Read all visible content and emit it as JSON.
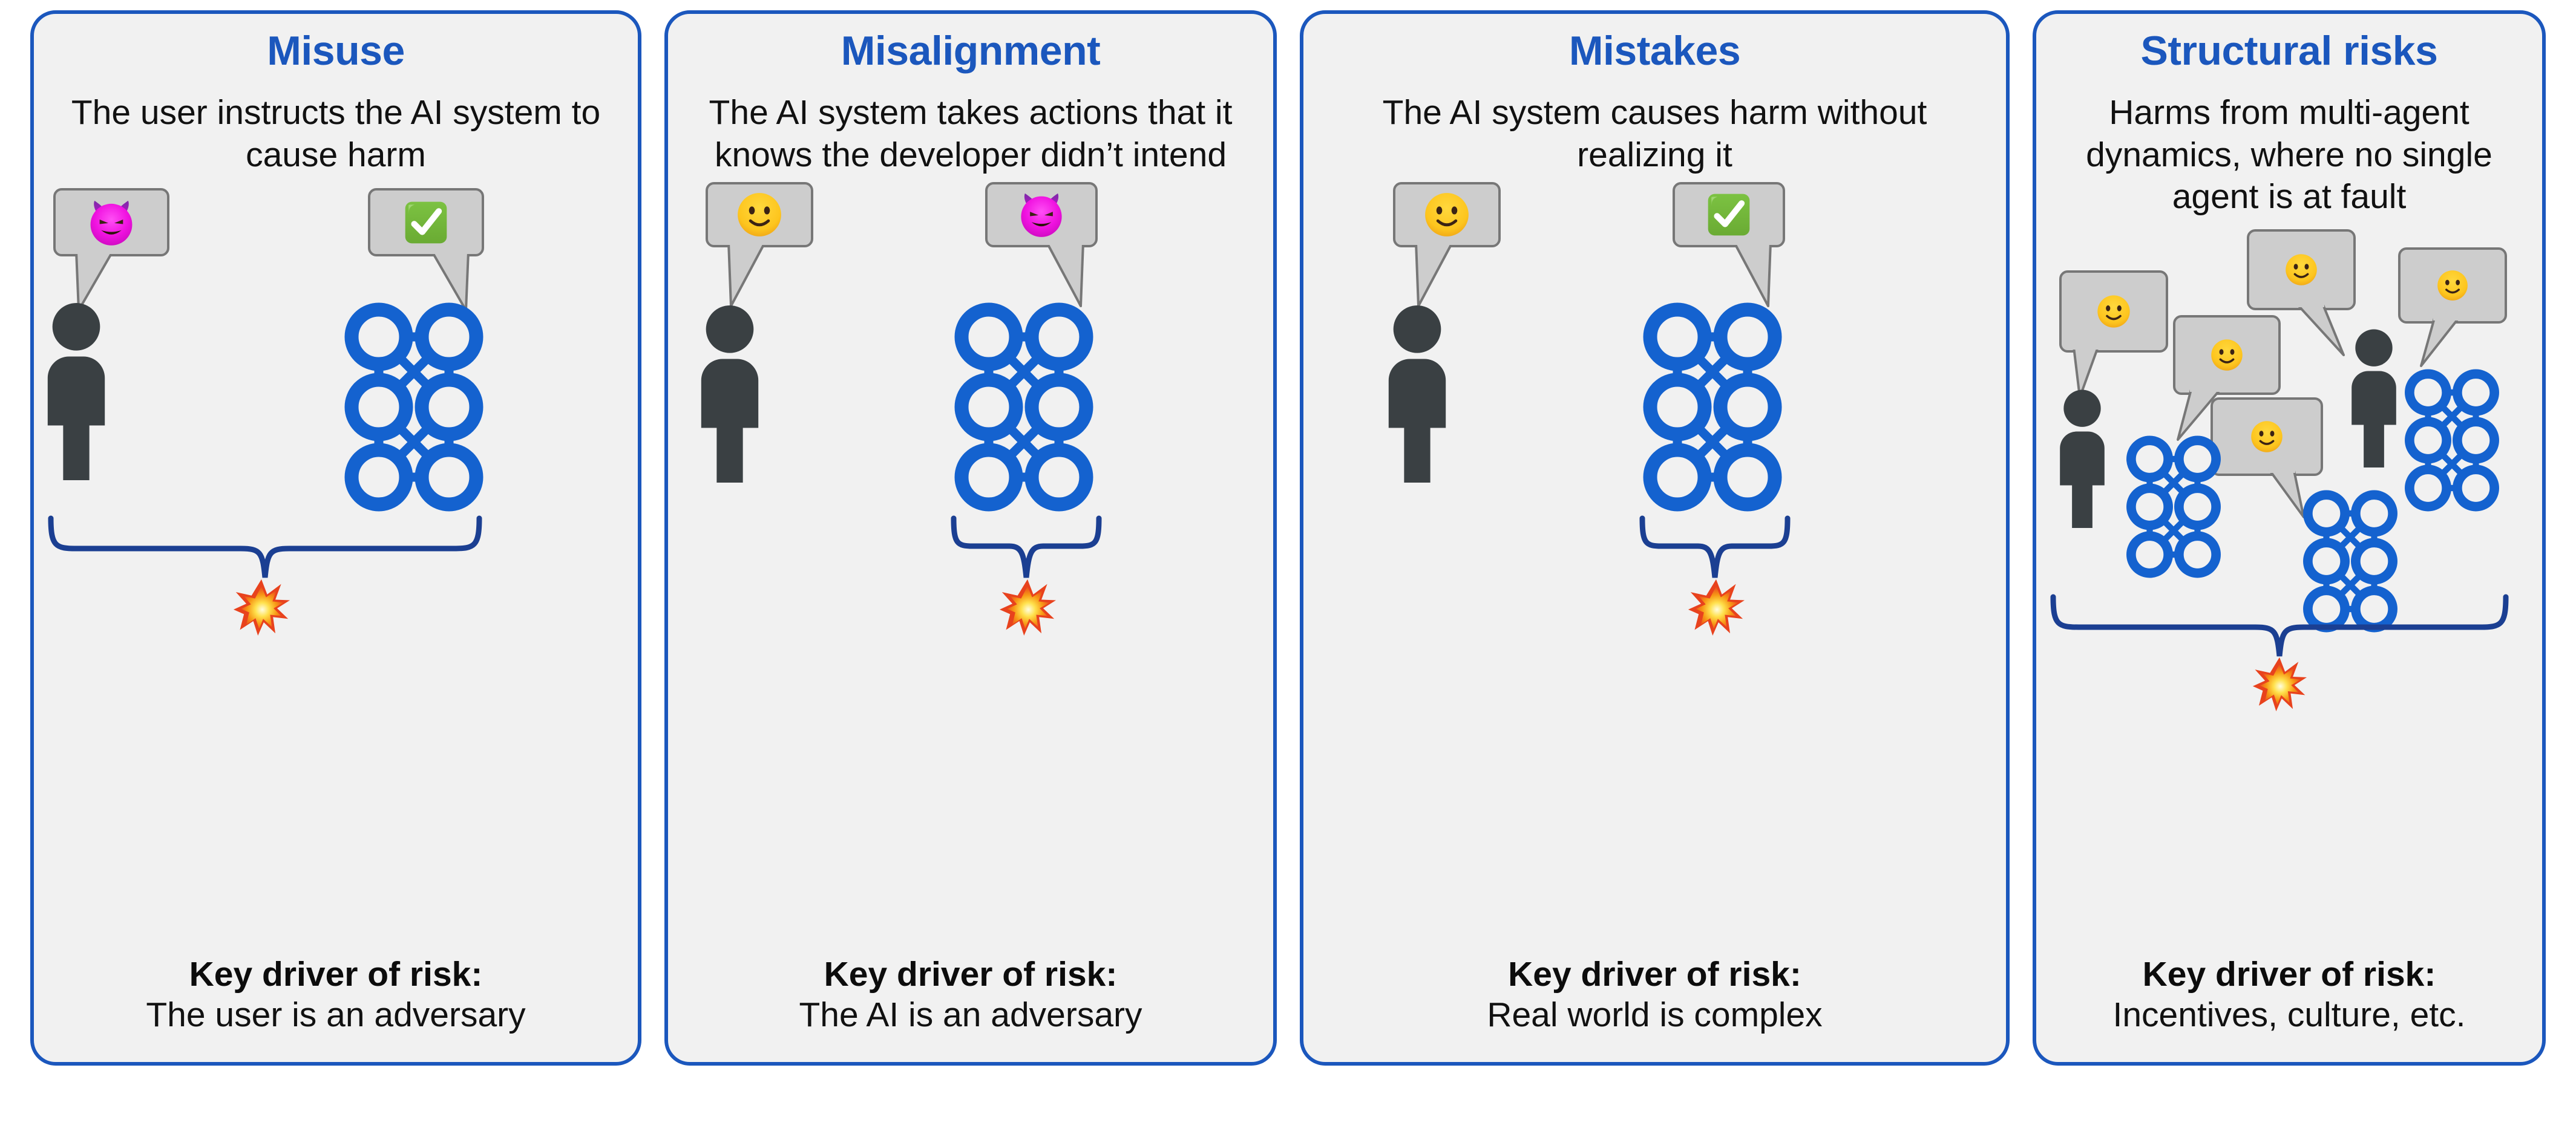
{
  "diagram": {
    "title_color": "#1b57bd",
    "card_bg": "#f1f1f1",
    "card_border": "#1b57bd",
    "person_color": "#3a4043",
    "network_color": "#1462cf",
    "bubble_fill": "#cdcdcd",
    "bubble_stroke": "#777777",
    "brace_color": "#1b3f92",
    "key_driver_label": "Key driver of risk:"
  },
  "cards": [
    {
      "title": "Misuse",
      "description": "The user instructs the AI system to cause harm",
      "key_driver_label": "Key driver of risk:",
      "key_driver_value": "The user is an adversary",
      "icons": {
        "human_bubble": "devil-face-emoji",
        "ai_bubble": "check-mark-button-emoji",
        "outcome": "collision-emoji",
        "brace_span": "both"
      }
    },
    {
      "title": "Misalignment",
      "description": "The AI system takes actions that it knows the developer didn’t intend",
      "key_driver_label": "Key driver of risk:",
      "key_driver_value": "The AI is an adversary",
      "icons": {
        "human_bubble": "slightly-smiling-face-emoji",
        "ai_bubble": "devil-face-emoji",
        "outcome": "collision-emoji",
        "brace_span": "ai-only"
      }
    },
    {
      "title": "Mistakes",
      "description": "The AI system causes harm without realizing it",
      "key_driver_label": "Key driver of risk:",
      "key_driver_value": "Real world is complex",
      "icons": {
        "human_bubble": "slightly-smiling-face-emoji",
        "ai_bubble": "check-mark-button-emoji",
        "outcome": "collision-emoji",
        "brace_span": "ai-only"
      }
    },
    {
      "title": "Structural risks",
      "description": "Harms from multi-agent dynamics, where no single agent is at fault",
      "key_driver_label": "Key driver of risk:",
      "key_driver_value": "Incentives, culture, etc.",
      "icons": {
        "bubbles": [
          "slightly-smiling-face-emoji",
          "slightly-smiling-face-emoji",
          "slightly-smiling-face-emoji",
          "slightly-smiling-face-emoji",
          "slightly-smiling-face-emoji"
        ],
        "people": 2,
        "networks": 3,
        "outcome": "collision-emoji",
        "brace_span": "all"
      }
    }
  ]
}
